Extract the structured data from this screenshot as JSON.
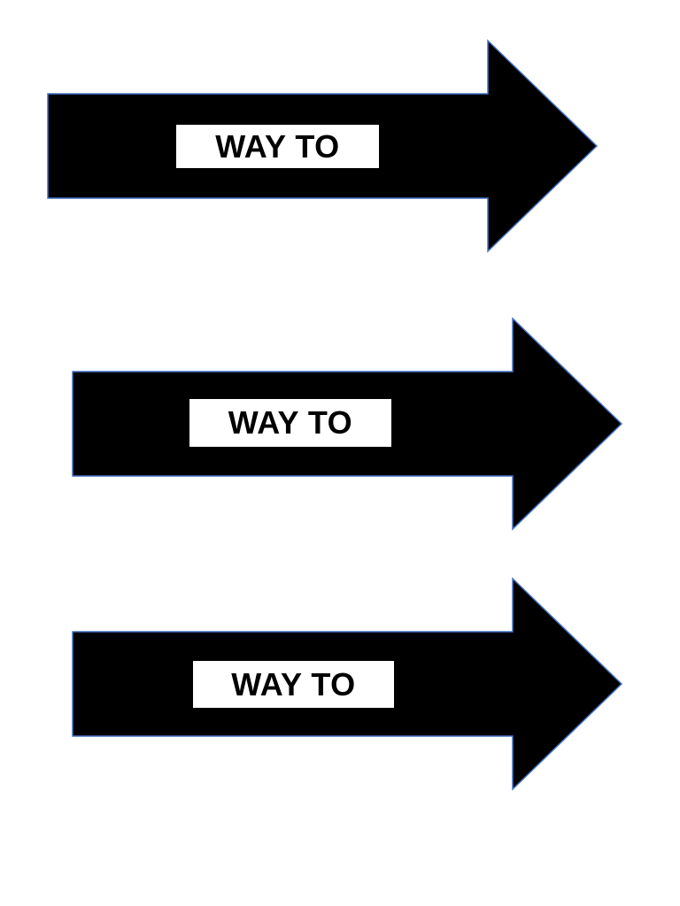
{
  "page": {
    "background": "#ffffff"
  },
  "colors": {
    "page_background": "#ffffff",
    "arrow_fill": "#000000",
    "arrow_outline": "#4472C4",
    "label_background": "#ffffff",
    "label_text": "#000000"
  },
  "arrows": [
    {
      "label": "WAY TO",
      "direction": "right"
    },
    {
      "label": "WAY TO",
      "direction": "right"
    },
    {
      "label": "WAY TO",
      "direction": "right"
    }
  ]
}
